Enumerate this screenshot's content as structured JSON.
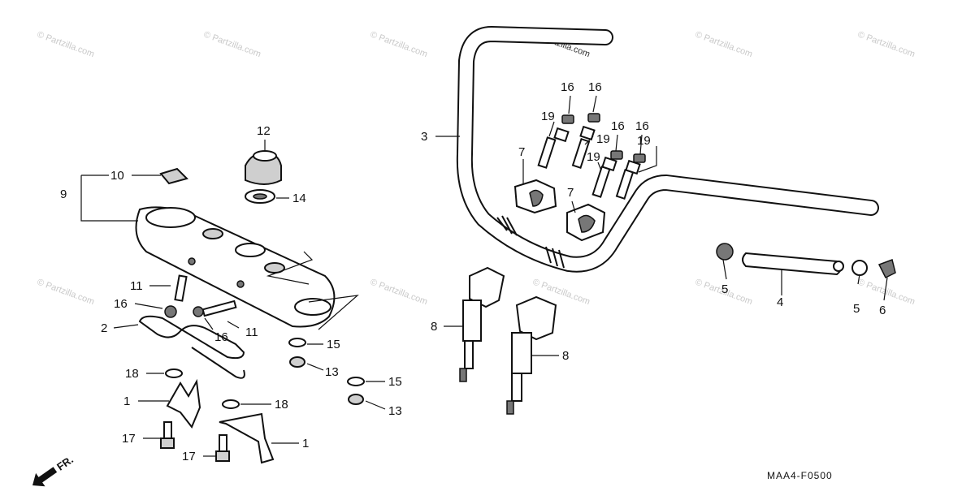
{
  "diagram": {
    "drawing_code": "MAA4-F0500",
    "watermark_text": "© Partzilla.com",
    "direction_label": "FR.",
    "callouts": {
      "c1a": "1",
      "c1b": "1",
      "c2": "2",
      "c3": "3",
      "c4": "4",
      "c5a": "5",
      "c5b": "5",
      "c6": "6",
      "c7a": "7",
      "c7b": "7",
      "c8a": "8",
      "c8b": "8",
      "c9": "9",
      "c10": "10",
      "c11a": "11",
      "c11b": "11",
      "c12": "12",
      "c13a": "13",
      "c13b": "13",
      "c14": "14",
      "c15a": "15",
      "c15b": "15",
      "c16a": "16",
      "c16b": "16",
      "c16c": "16",
      "c16d": "16",
      "c16e": "16",
      "c16f": "16",
      "c17a": "17",
      "c17b": "17",
      "c18a": "18",
      "c18b": "18",
      "c19a": "19",
      "c19b": "19",
      "c19c": "19",
      "c19d": "19"
    }
  }
}
